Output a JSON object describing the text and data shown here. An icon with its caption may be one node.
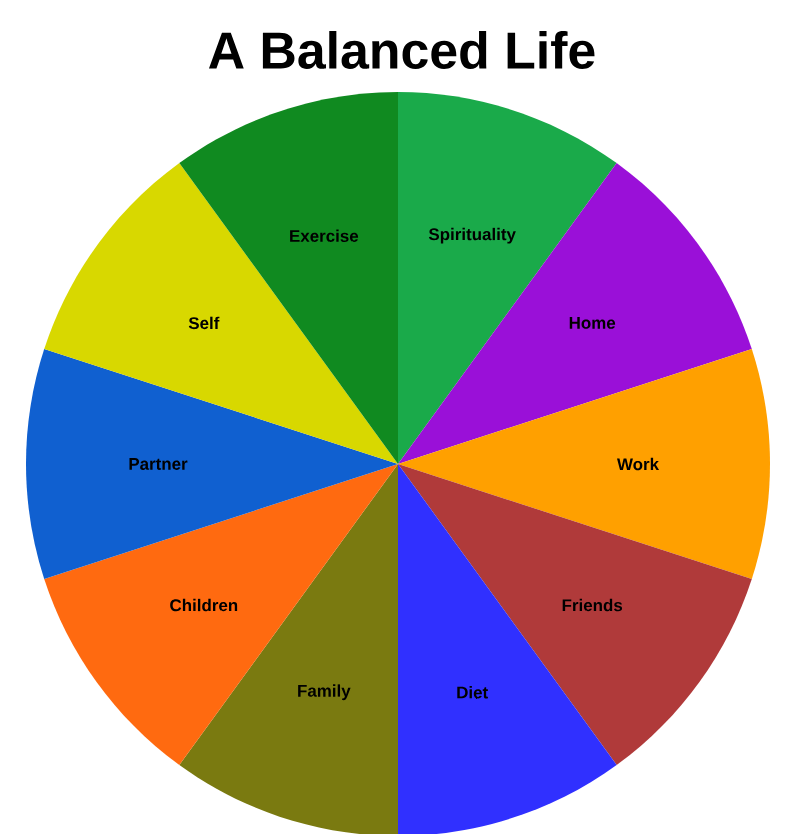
{
  "diagram": {
    "title": "A Balanced Life",
    "nodes": [
      {
        "text": [
          "Spirituality"
        ]
      },
      {
        "text": [
          "Home"
        ]
      },
      {
        "text": [
          "Work"
        ]
      },
      {
        "text": [
          "Friends"
        ]
      },
      {
        "text": [
          "Diet"
        ]
      },
      {
        "text": [
          "Family"
        ]
      },
      {
        "text": [
          "Children"
        ]
      },
      {
        "text": [
          "Partner"
        ]
      },
      {
        "text": [
          "Self"
        ]
      },
      {
        "text": [
          "Exercise"
        ]
      }
    ]
  }
}
